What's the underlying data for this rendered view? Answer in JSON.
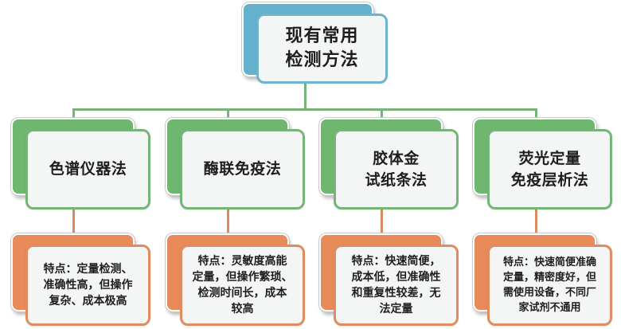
{
  "diagram": {
    "root": {
      "line1": "现有常用",
      "line2": "检测方法"
    },
    "methods": [
      {
        "name_line1": "色谱仪器法",
        "name_line2": "",
        "features": [
          "特点：定量检测、",
          "准确性高，但操作",
          "复杂、成本极高"
        ]
      },
      {
        "name_line1": "酶联免疫法",
        "name_line2": "",
        "features": [
          "特点：灵敏度高能",
          "定量，但操作繁琐、",
          "检测时间长，成本",
          "较高"
        ]
      },
      {
        "name_line1": "胶体金",
        "name_line2": "试纸条法",
        "features": [
          "特点：快速简便，",
          "成本低，但准确性",
          "和重复性较差，无",
          "法定量"
        ]
      },
      {
        "name_line1": "荧光定量",
        "name_line2": "免疫层析法",
        "features": [
          "特点：快速简便准确",
          "定量，精密度好，但",
          "需使用设备，不同厂",
          "家试剂不通用"
        ]
      }
    ]
  },
  "colors": {
    "root_accent": "#63b1cd",
    "method_accent": "#6fb76f",
    "feature_accent": "#e88a5a",
    "connector_green": "#77b47a",
    "connector_orange": "#d98a5f"
  }
}
